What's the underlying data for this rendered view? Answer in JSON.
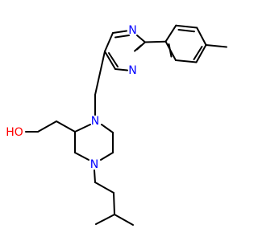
{
  "molecule": {
    "colors": {
      "bond": "#000000",
      "nitrogen": "#0000ff",
      "oxygen": "#ff0000",
      "background": "#ffffff"
    },
    "atoms": {
      "pyrimidine_n1": "N",
      "pyrimidine_n3": "N",
      "piperazine_n4": "N",
      "piperazine_n1": "N",
      "hydroxyl": "HO"
    }
  }
}
